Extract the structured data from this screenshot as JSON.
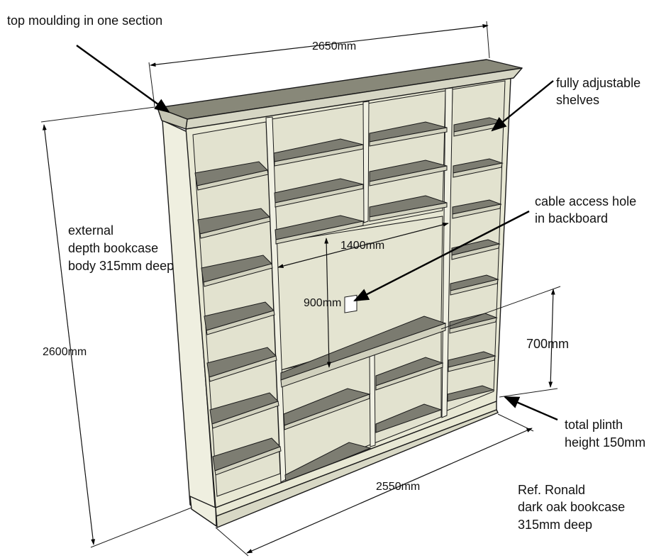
{
  "labels": {
    "top_moulding": "top moulding in one section",
    "adjustable_line1": "fully adjustable",
    "adjustable_line2": "shelves",
    "cable_line1": "cable access hole",
    "cable_line2": "in backboard",
    "depth_line1": "external",
    "depth_line2": "depth bookcase",
    "depth_line3": "body 315mm deep",
    "plinth_line1": "total plinth",
    "plinth_line2": "height 150mm",
    "ref_line1": "Ref. Ronald",
    "ref_line2": "dark oak bookcase",
    "ref_line3": "315mm deep"
  },
  "dimensions": {
    "top_width": "2650mm",
    "height": "2600mm",
    "opening_width": "1400mm",
    "opening_height": "900mm",
    "lower_height": "700mm",
    "base_width": "2550mm"
  },
  "colors": {
    "face": "#e6e6d2",
    "back": "#e2e2cf",
    "shelf_top": "#7b7b70",
    "shelf_edge": "#cfcfbc",
    "side": "#efefe0",
    "moulding": "#868679",
    "line": "#1a1a1a"
  }
}
